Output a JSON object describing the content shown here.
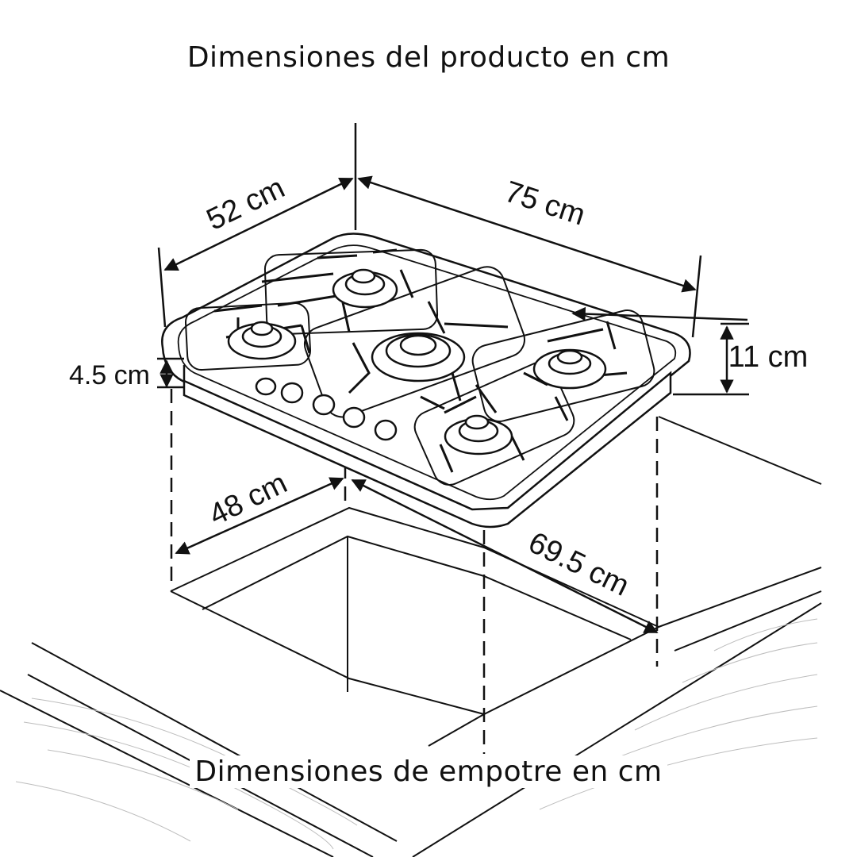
{
  "titles": {
    "product": "Dimensiones del producto en cm",
    "cutout": "Dimensiones de empotre en cm"
  },
  "dimensions": {
    "product_depth": "52 cm",
    "product_width": "75 cm",
    "product_height": "11 cm",
    "top_thickness": "4.5 cm",
    "cutout_depth": "48 cm",
    "cutout_width": "69.5 cm"
  },
  "colors": {
    "line": "#111111",
    "hatch": "#bdbdbd",
    "background": "#ffffff"
  }
}
